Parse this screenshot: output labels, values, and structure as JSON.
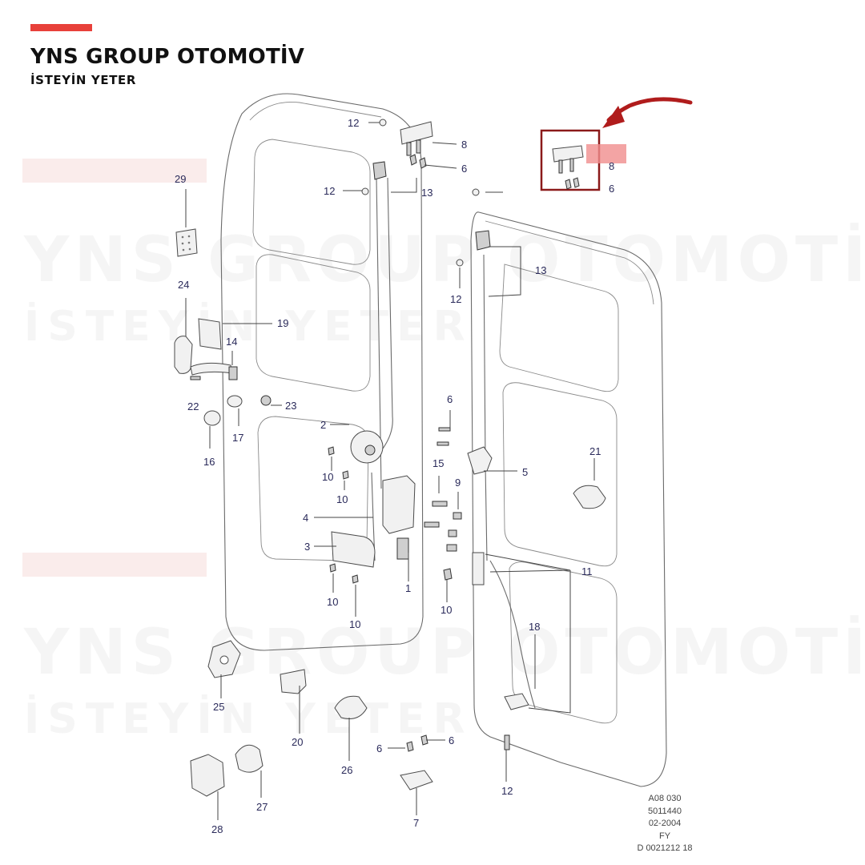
{
  "brand": {
    "title": "YNS GROUP OTOMOTİV",
    "tagline": "İSTEYİN YETER",
    "accent_color": "#e8403a"
  },
  "watermark": {
    "line1": "YNS GROUP OTOMOTİV",
    "line2": "İSTEYİN YETER"
  },
  "highlight": {
    "box_color": "#8b1a1a",
    "arrow_color": "#b01c1c",
    "marker_color": "#f08d8d",
    "labels": [
      "8",
      "6"
    ]
  },
  "labels": [
    "12",
    "8",
    "6",
    "13",
    "12",
    "29",
    "13",
    "24",
    "19",
    "12",
    "14",
    "22",
    "23",
    "17",
    "16",
    "2",
    "6",
    "10",
    "10",
    "15",
    "9",
    "5",
    "21",
    "4",
    "3",
    "10",
    "10",
    "1",
    "10",
    "11",
    "18",
    "25",
    "20",
    "26",
    "6",
    "6",
    "27",
    "28",
    "7",
    "12"
  ],
  "stamp": {
    "lines": [
      "A08 030",
      "5011440",
      "02-2004",
      "FY",
      "D 0021212 18"
    ]
  }
}
